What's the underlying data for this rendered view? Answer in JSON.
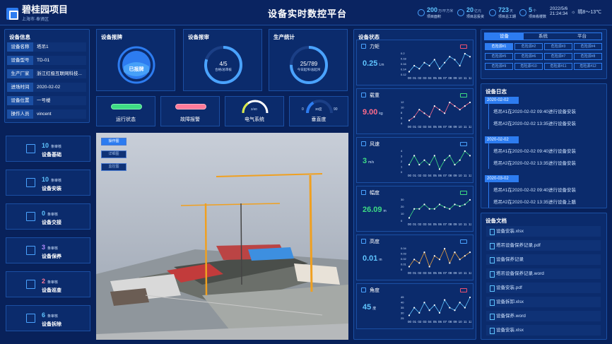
{
  "header": {
    "project_name": "碧桂园项目",
    "project_sub": "上海市·奉贤区",
    "title": "设备实时数控平台",
    "stats": [
      {
        "value": "200",
        "unit": "万/平方米",
        "label": "项目面积"
      },
      {
        "value": "20",
        "unit": "亿元",
        "label": "项目总投资"
      },
      {
        "value": "723",
        "unit": "天",
        "label": "项目总工期"
      },
      {
        "value": "5",
        "unit": "个",
        "label": "项目栋楼数"
      }
    ],
    "date": "2022/5/6",
    "time": "21:24:34",
    "weather": "晴8～13℃"
  },
  "device_info": {
    "title": "设备信息",
    "rows": [
      {
        "k": "设备名称",
        "v": "塔吊1"
      },
      {
        "k": "设备型号",
        "v": "TD-01"
      },
      {
        "k": "生产厂家",
        "v": "浙江红极互联网科技..."
      },
      {
        "k": "进场时间",
        "v": "2020-02-02"
      },
      {
        "k": "设备位置",
        "v": "一号楼"
      },
      {
        "k": "操作人员",
        "v": "vincent"
      }
    ]
  },
  "gauges": {
    "report": {
      "title": "设备报牌",
      "center": "已报牌"
    },
    "approval": {
      "title": "设备报审",
      "value": "4/5",
      "label": "合格/总审核",
      "fraction": 0.8
    },
    "production": {
      "title": "生产统计",
      "value": "25/789",
      "label": "今日起吊/总起吊",
      "fraction": 0.75
    }
  },
  "status_boxes": [
    {
      "label": "运行状态"
    },
    {
      "label": "故障报警"
    },
    {
      "label": "电气系统",
      "min": "2/40",
      "fraction": 0.3
    },
    {
      "label": "垂直度",
      "min": "0",
      "value": "30度",
      "max": "90",
      "fraction": 0.33
    }
  ],
  "actions": [
    {
      "num": "10",
      "unit": "条审核",
      "label": "设备基础"
    },
    {
      "num": "10",
      "unit": "条审核",
      "label": "设备安装"
    },
    {
      "num": "0",
      "unit": "条审核",
      "label": "设备交接"
    },
    {
      "num": "3",
      "unit": "条审核",
      "label": "设备保养"
    },
    {
      "num": "2",
      "unit": "条审核",
      "label": "设备巡查"
    },
    {
      "num": "6",
      "unit": "条审核",
      "label": "设备拆除"
    }
  ],
  "view_buttons": [
    "操作图",
    "详细图",
    "监控图"
  ],
  "device_status": {
    "title": "设备状态",
    "xlabels": [
      "00",
      "01",
      "02",
      "03",
      "04",
      "05",
      "06",
      "07",
      "08",
      "09",
      "10",
      "11",
      "12"
    ],
    "metrics": [
      {
        "name": "力矩",
        "value": "0.25",
        "unit": "Lm",
        "color": "#5fc4ff",
        "batt": "#f05070",
        "yticks": [
          "0.2",
          "0.18",
          "0.16",
          "0.14",
          "0.12"
        ],
        "series": [
          0.14,
          0.16,
          0.15,
          0.17,
          0.16,
          0.18,
          0.15,
          0.17,
          0.19,
          0.18,
          0.16,
          0.2,
          0.19
        ]
      },
      {
        "name": "载重",
        "value": "9.00",
        "unit": "kg",
        "color": "#ff6b8b",
        "batt": "#3ddc84",
        "yticks": [
          "12",
          "10",
          "8",
          "6",
          "4"
        ],
        "series": [
          6,
          7,
          9,
          8,
          7,
          10,
          9,
          8,
          11,
          10,
          9,
          10,
          11
        ]
      },
      {
        "name": "风速",
        "value": "3",
        "unit": "m/s",
        "color": "#3ddc84",
        "batt": "#4aa3ff",
        "yticks": [
          "4",
          "3",
          "2",
          "1",
          "0"
        ],
        "series": [
          2,
          3,
          2,
          2.5,
          2,
          3,
          1.5,
          2.5,
          3,
          2,
          2.5,
          3.5,
          3
        ]
      },
      {
        "name": "幅度",
        "value": "26.09",
        "unit": "m",
        "color": "#3ddc84",
        "batt": "#3ddc84",
        "yticks": [
          "30",
          "20",
          "10",
          "0"
        ],
        "series": [
          25,
          26,
          26,
          26.5,
          26,
          26,
          26.5,
          26.2,
          26,
          26.5,
          26.3,
          26.5,
          27
        ]
      },
      {
        "name": "高度",
        "value": "0.01",
        "unit": "m",
        "color": "#5fc4ff",
        "batt": "#4aa3ff",
        "yticks": [
          "0.04",
          "0.03",
          "0.02",
          "0.01",
          "0"
        ],
        "series": [
          0.01,
          0.02,
          0.015,
          0.03,
          0.01,
          0.025,
          0.02,
          0.035,
          0.015,
          0.03,
          0.02,
          0.025,
          0.03
        ]
      },
      {
        "name": "角度",
        "value": "45",
        "unit": "度",
        "color": "#5fc4ff",
        "batt": "#f05070",
        "yticks": [
          "45",
          "40",
          "35",
          "30",
          "25"
        ],
        "series": [
          35,
          38,
          36,
          40,
          37,
          39,
          36,
          41,
          38,
          37,
          40,
          38,
          42
        ]
      }
    ]
  },
  "right_tabs": [
    "设备",
    "系统",
    "平台"
  ],
  "alarm_grid": [
    "危险源#1",
    "危险源#2",
    "危险源#3",
    "危险源#4",
    "危险源#5",
    "危险源#6",
    "危险源#7",
    "危险源#8",
    "危险源#9",
    "危险源#10",
    "危险源#11",
    "危险源#12"
  ],
  "device_log": {
    "title": "设备日志",
    "groups": [
      {
        "date": "2020-02-02",
        "items": [
          "塔吊#1在2020-02-02 09:40进行设备安装",
          "塔吊#2在2020-02-02 13:35进行设备安装"
        ]
      },
      {
        "date": "2020-02-02",
        "items": [
          "塔吊#1在2020-02-02 09:40进行设备安装",
          "塔吊#2在2020-02-02 13:35进行设备安装"
        ]
      },
      {
        "date": "2020-03-02",
        "items": [
          "塔吊#1在2020-02-02 09:40进行设备安装",
          "塔吊#2在2020-02-02 13:35进行设备上膳"
        ]
      }
    ]
  },
  "device_docs": {
    "title": "设备文档",
    "items": [
      "设备安装.xlsx",
      "塔吊设备保养记录.pdf",
      "设备保养记录",
      "塔吊设备保养记录.word",
      "设备安装.pdf",
      "设备拆卸.xlsx",
      "设备保养.word",
      "设备安装.xlsx"
    ]
  }
}
